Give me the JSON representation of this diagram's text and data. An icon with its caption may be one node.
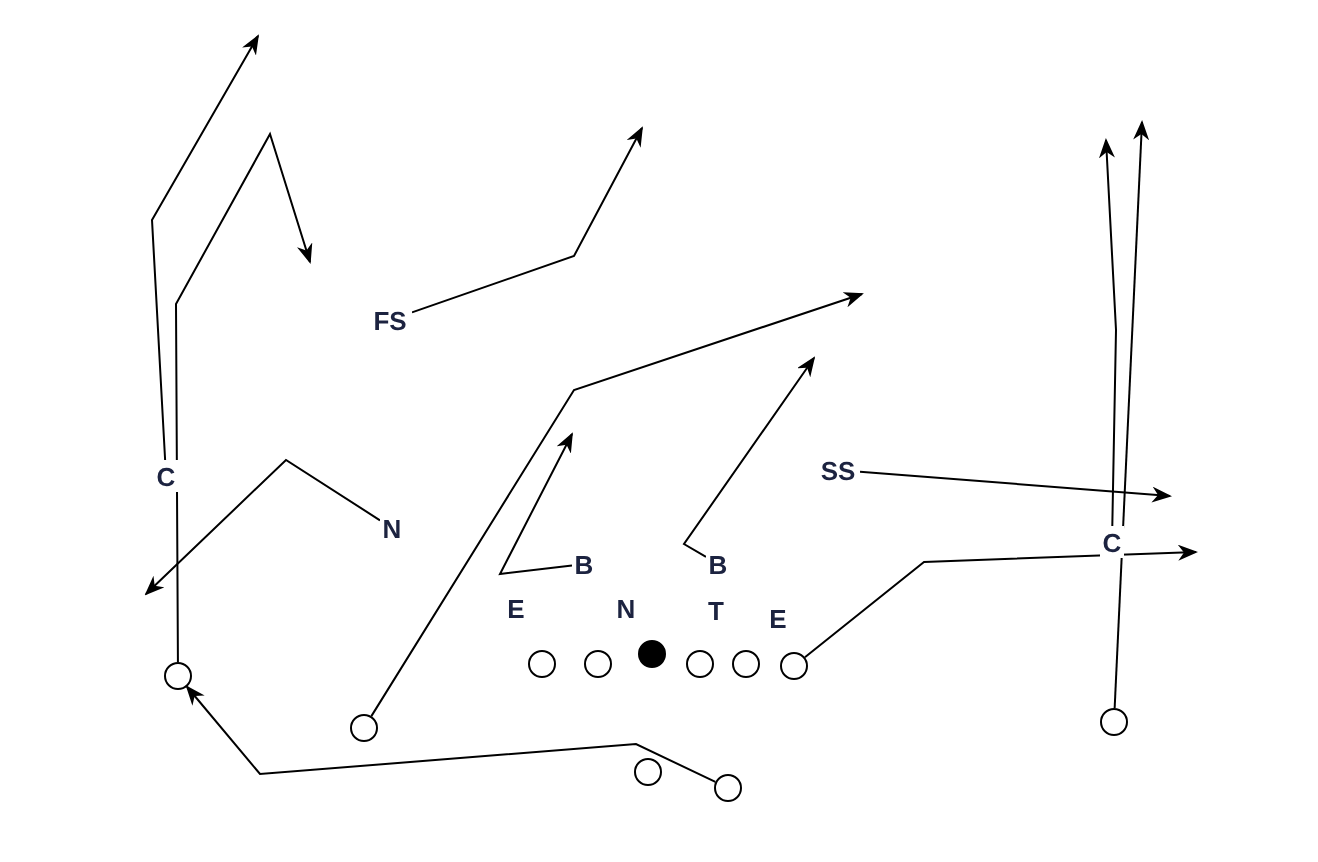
{
  "diagram": {
    "nodes": [
      {
        "text": [
          "C"
        ]
      },
      {
        "text": [
          "FS"
        ]
      },
      {
        "text": [
          "N"
        ]
      },
      {
        "text": [
          "SS"
        ]
      },
      {
        "text": [
          "B"
        ]
      },
      {
        "text": [
          "B"
        ]
      },
      {
        "text": [
          "C"
        ]
      },
      {
        "text": [
          "E"
        ]
      },
      {
        "text": [
          "N"
        ]
      },
      {
        "text": [
          "T"
        ]
      },
      {
        "text": [
          "E"
        ]
      },
      {
        "text": [],
        "shape": "circle"
      },
      {
        "text": [],
        "shape": "circle"
      },
      {
        "text": [],
        "shape": "circle"
      },
      {
        "text": [],
        "shape": "circle"
      },
      {
        "text": [],
        "shape": "circle"
      },
      {
        "text": [],
        "shape": "circle"
      },
      {
        "text": [],
        "shape": "circle"
      },
      {
        "text": [],
        "shape": "circle"
      },
      {
        "text": [],
        "shape": "circle"
      },
      {
        "text": [],
        "shape": "circle"
      },
      {
        "text": [],
        "shape": "circle"
      }
    ],
    "edges": [
      {
        "from": 11,
        "to": null,
        "arrow": "to"
      },
      {
        "from": 0,
        "to": null,
        "arrow": "to"
      },
      {
        "from": 2,
        "to": null,
        "arrow": "to"
      },
      {
        "from": 1,
        "to": null,
        "arrow": "to"
      },
      {
        "from": 12,
        "to": null,
        "arrow": "to"
      },
      {
        "from": 4,
        "to": null,
        "arrow": "to"
      },
      {
        "from": 5,
        "to": null,
        "arrow": "to"
      },
      {
        "from": 3,
        "to": null,
        "arrow": "to"
      },
      {
        "from": 18,
        "to": null,
        "arrow": "to"
      },
      {
        "from": 21,
        "to": null,
        "arrow": "to"
      },
      {
        "from": 6,
        "to": null,
        "arrow": "to"
      },
      {
        "from": 20,
        "to": 11,
        "arrow": "to"
      }
    ]
  }
}
